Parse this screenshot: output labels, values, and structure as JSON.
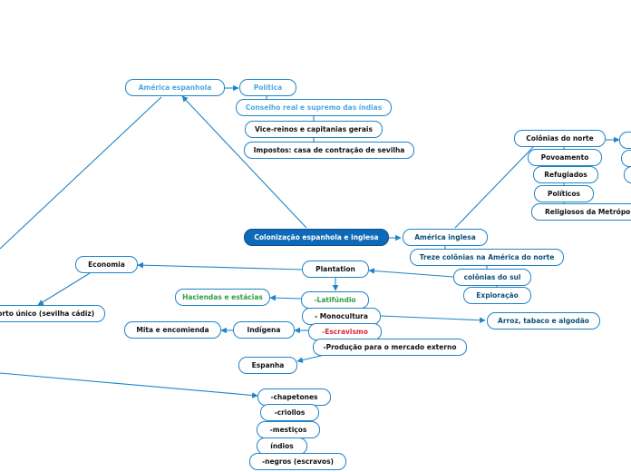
{
  "root": {
    "label": "Colonização espanhola e inglesa"
  },
  "nodes": {
    "america_espanhola": "América espanhola",
    "politica": "Política",
    "conselho": "Conselho real e supremo das índias",
    "vice_reinos": "Vice-reinos e capitanias gerais",
    "impostos": "Impostos: casa de contração de sevilha",
    "economia": "Economia",
    "porto_unico": "Porto único (sevilha cádiz)",
    "plantation": "Plantation",
    "haciendas": "Haciendas e estácias",
    "latifundio": "-Latifúndio",
    "monocultura": "- Monocultura",
    "escravismo": "-Escravismo",
    "producao": "-Produção para o mercado externo",
    "indigena": "Indígena",
    "mita": "Mita e encomienda",
    "espanha": "Espanha",
    "chapetones": "-chapetones",
    "criollos": "-criollos",
    "mesticos": "-mestiços",
    "indios": "índios",
    "negros": "-negros (escravos)",
    "america_inglesa": "América inglesa",
    "treze_colonias": "Treze colônias na América do norte",
    "colonias_sul": "colônias do sul",
    "exploracao": "Exploração",
    "arroz": "Arroz, tabaco e algodão",
    "colonias_norte": "Colônias do norte",
    "povoamento": "Povoamento",
    "refugiados": "Refugiados",
    "politicos": "Políticos",
    "religiosos": "Religiosos da Metrópole"
  },
  "colors": {
    "link": "#1f84c7",
    "node_border": "#1f84c7",
    "root_fill": "#0e6ab8",
    "light_blue_text": "#4fa8e0",
    "dark_blue_text": "#0d4f7a",
    "green_text": "#2f9e44",
    "red_text": "#d9263e"
  }
}
